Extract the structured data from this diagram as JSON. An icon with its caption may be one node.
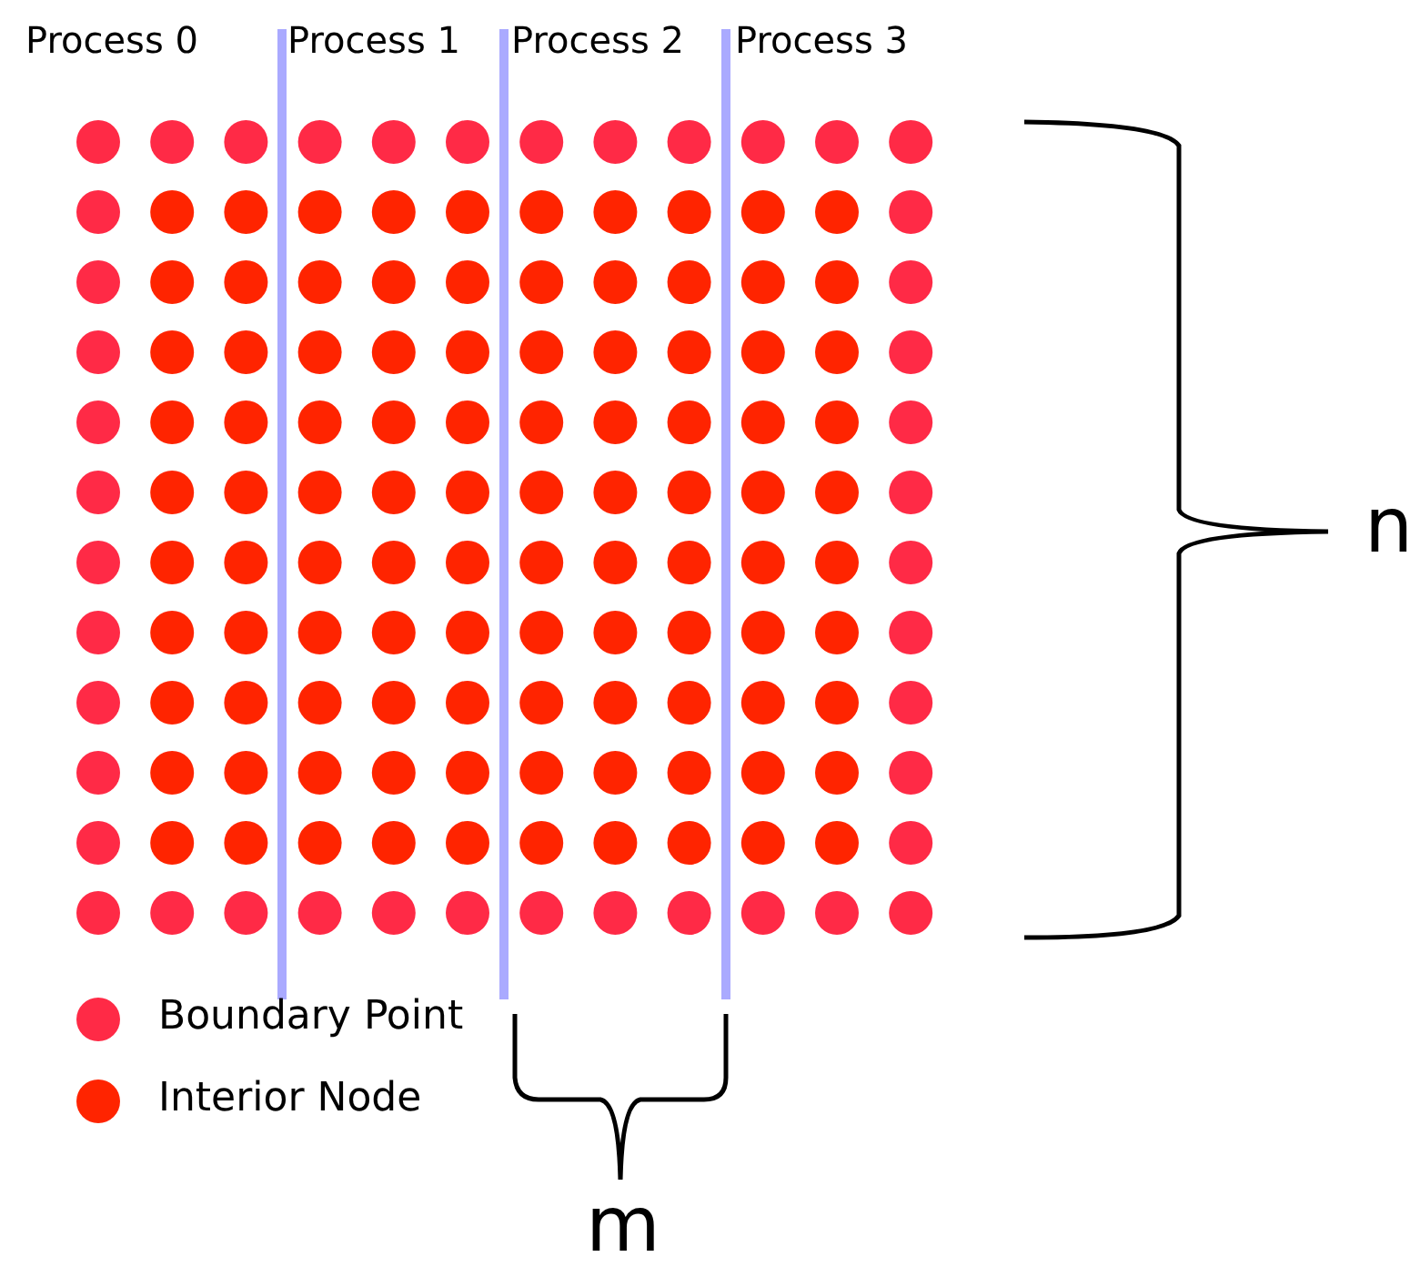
{
  "diagram": {
    "labels": [
      "Process 0",
      "Process 1",
      "Process 2",
      "Process 3",
      "n",
      "m"
    ],
    "legend": [
      {
        "text": "Boundary Point",
        "color": "#ff2a46"
      },
      {
        "text": "Interior Node",
        "color": "#ff2400"
      }
    ]
  }
}
